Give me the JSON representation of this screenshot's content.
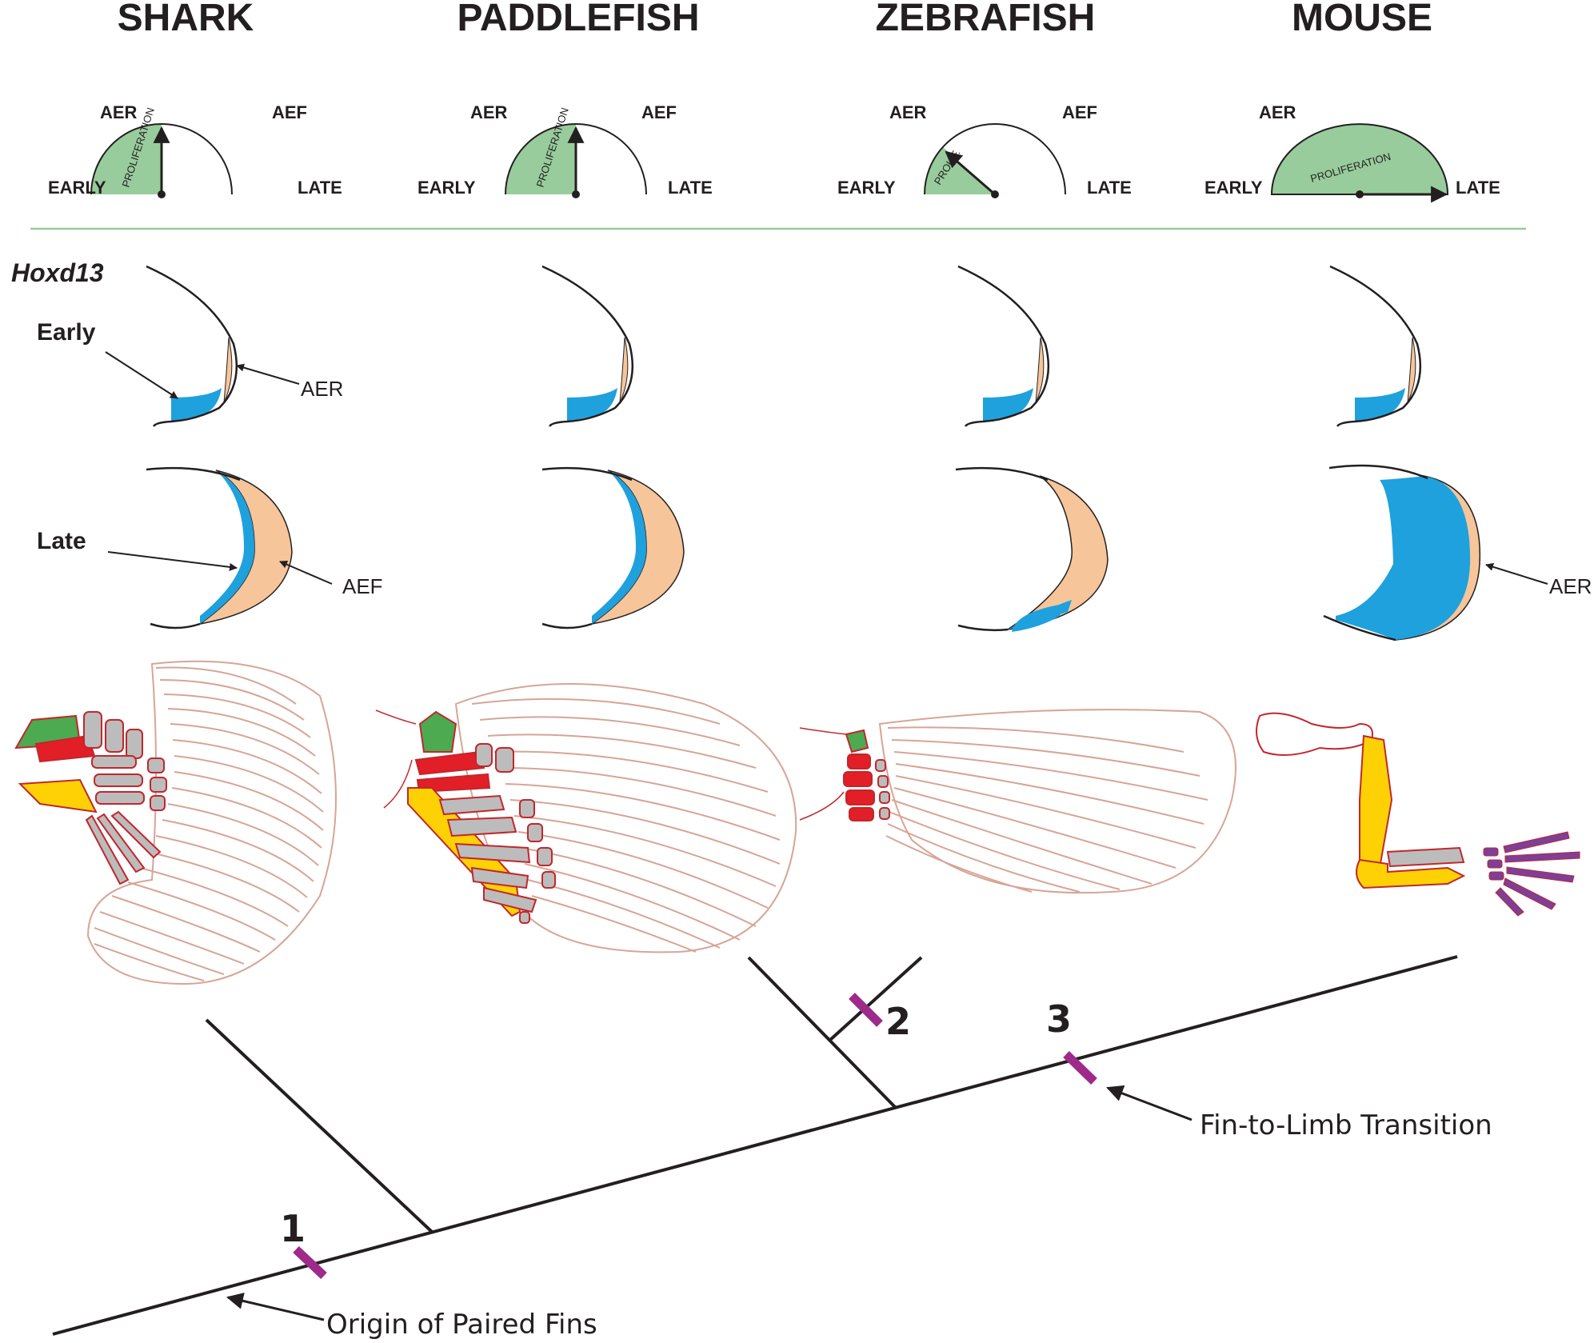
{
  "species": [
    {
      "name": "SHARK",
      "dial_label": "PROLIFERATION"
    },
    {
      "name": "PADDLEFISH",
      "dial_label": "PROLIFERATION"
    },
    {
      "name": "ZEBRAFISH",
      "dial_label": "PROLIFERATION"
    },
    {
      "name": "MOUSE",
      "dial_label": "PROLIFERATION"
    }
  ],
  "dial": {
    "aer": "AER",
    "aef": "AEF",
    "early": "EARLY",
    "late": "LATE",
    "prolif_short": "PROLIF.",
    "fill_color": "#98cc9c"
  },
  "expression": {
    "gene": "Hoxd13",
    "early_label": "Early",
    "late_label": "Late",
    "aer_label": "AER",
    "aef_label": "AEF",
    "hoxd13_color": "#1ea1dd",
    "fold_color": "#f6c59a"
  },
  "skeleton_colors": {
    "green": "#4caa50",
    "red": "#e21e26",
    "yellow": "#fdd104",
    "gray": "#bcbcbc",
    "purple": "#7d3f97",
    "ray": "#d6a597"
  },
  "tree": {
    "marker_color": "#9e2a8a",
    "events": [
      {
        "number": "1",
        "label": "Origin of Paired Fins"
      },
      {
        "number": "2",
        "label": ""
      },
      {
        "number": "3",
        "label": "Fin-to-Limb Transition"
      }
    ]
  }
}
